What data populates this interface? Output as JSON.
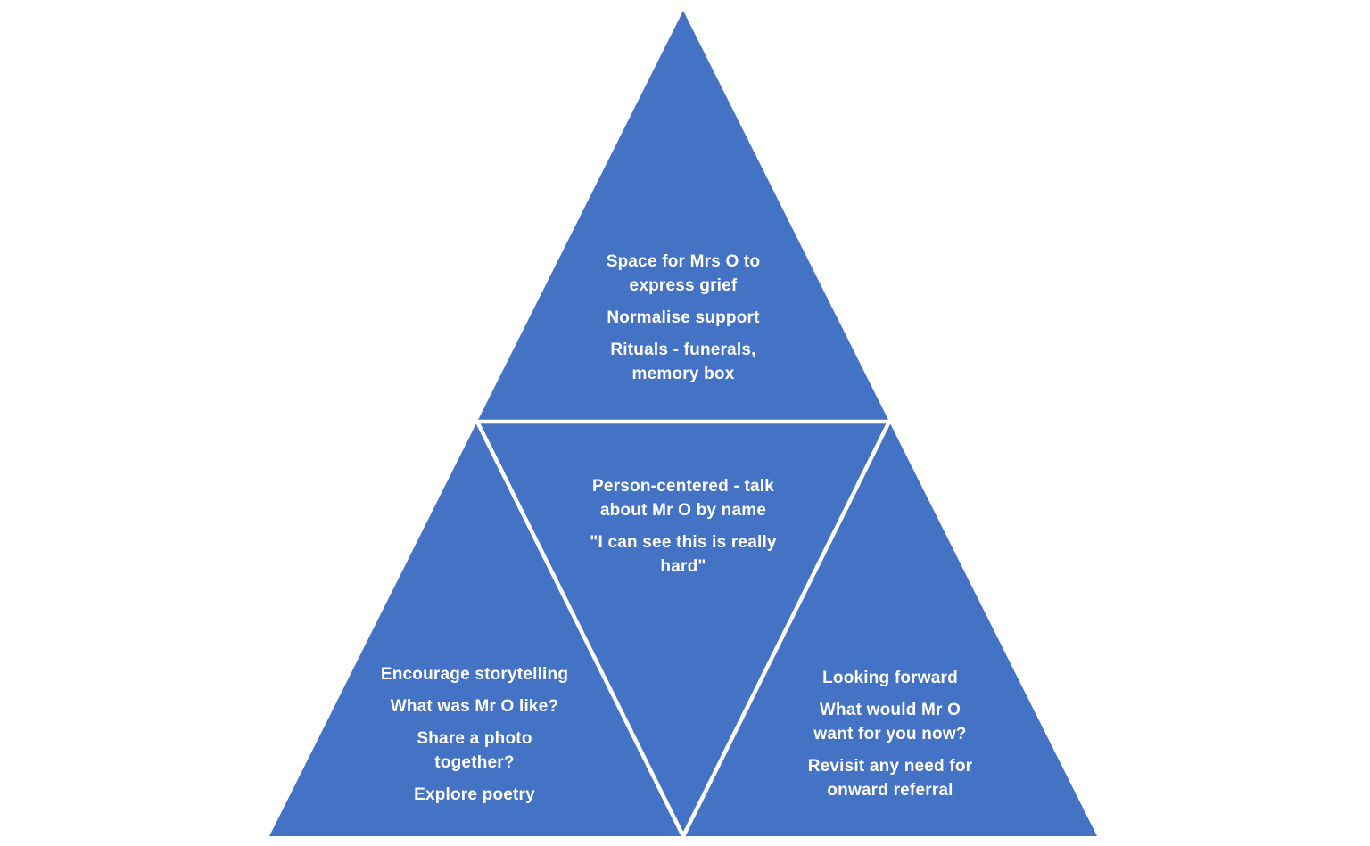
{
  "colors": {
    "triangle_fill": "#4472C4",
    "divider_line": "#FFFFFF",
    "text": "#FFFFFF",
    "background": "#FFFFFF"
  },
  "diagram": {
    "type": "pyramid-smartart",
    "segment_count": 4
  },
  "sections": {
    "top": {
      "paragraphs": [
        [
          "Space for Mrs O to",
          "express grief"
        ],
        [
          "Normalise support"
        ],
        [
          "Rituals - funerals,",
          "memory box"
        ]
      ]
    },
    "center": {
      "paragraphs": [
        [
          "Person-centered - talk",
          "about Mr O by name"
        ],
        [
          "\"I can see this is really",
          "hard\""
        ]
      ]
    },
    "bottom_left": {
      "paragraphs": [
        [
          "Encourage storytelling"
        ],
        [
          "What was Mr O like?"
        ],
        [
          "Share a photo",
          "together?"
        ],
        [
          "Explore poetry"
        ]
      ]
    },
    "bottom_right": {
      "paragraphs": [
        [
          "Looking forward"
        ],
        [
          "What would Mr O",
          "want for you now?"
        ],
        [
          "Revisit any need for",
          "onward referral"
        ]
      ]
    }
  }
}
